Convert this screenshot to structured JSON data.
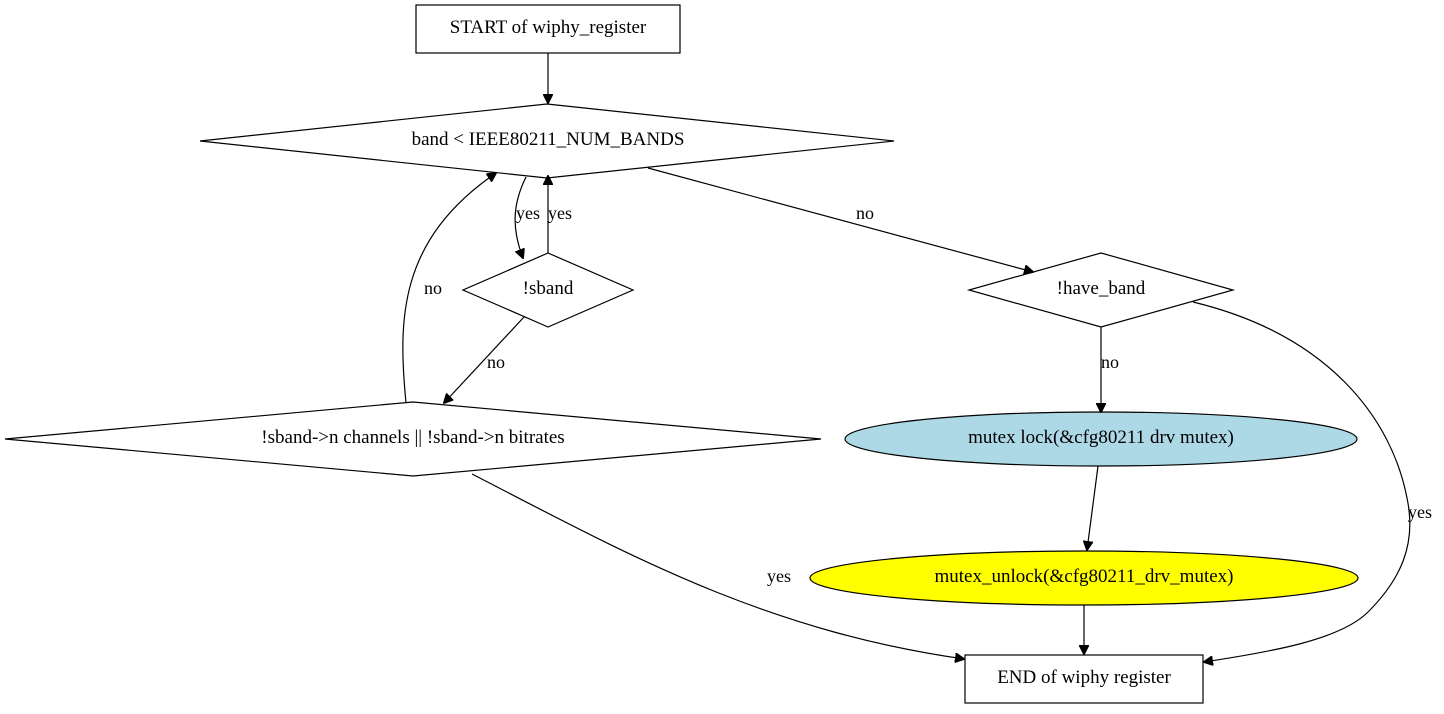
{
  "nodes": {
    "start": {
      "label": "START of wiphy_register",
      "shape": "box"
    },
    "band_check": {
      "label": "band < IEEE80211_NUM_BANDS",
      "shape": "diamond"
    },
    "sband_check": {
      "label": "!sband",
      "shape": "diamond"
    },
    "channels_check": {
      "label": "!sband->n  channels || !sband->n  bitrates",
      "shape": "diamond"
    },
    "have_band_check": {
      "label": "!have_band",
      "shape": "diamond"
    },
    "mutex_lock": {
      "label": "mutex  lock(&cfg80211  drv  mutex)",
      "shape": "ellipse",
      "fill": "#add8e6"
    },
    "mutex_unlock": {
      "label": "mutex_unlock(&cfg80211_drv_mutex)",
      "shape": "ellipse",
      "fill": "#ffff00"
    },
    "end": {
      "label": "END of wiphy  register",
      "shape": "box"
    }
  },
  "edges": {
    "band_to_sband": {
      "label": "yes"
    },
    "sband_to_band": {
      "label": "yes"
    },
    "channels_to_band": {
      "label": "no"
    },
    "sband_to_channels": {
      "label": "no"
    },
    "band_to_have_band": {
      "label": "no"
    },
    "have_band_to_lock": {
      "label": "no"
    },
    "channels_to_end": {
      "label": "yes"
    },
    "have_band_to_end": {
      "label": "yes"
    }
  }
}
